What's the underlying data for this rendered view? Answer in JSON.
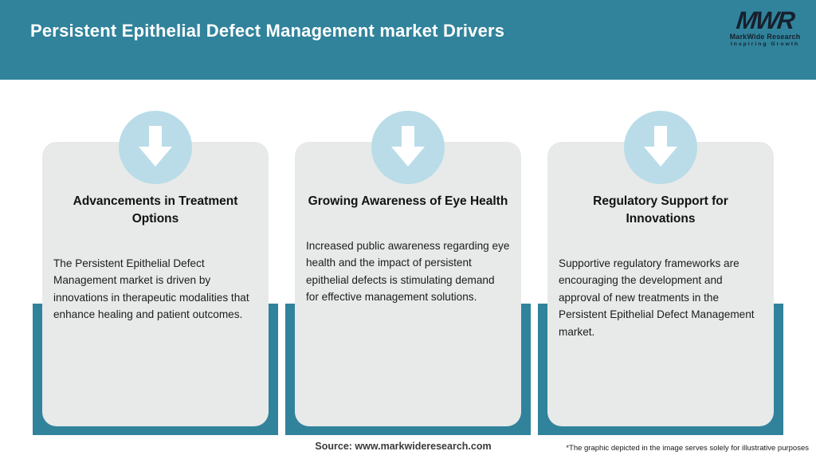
{
  "header": {
    "title": "Persistent Epithelial Defect Management market Drivers",
    "logo": {
      "acronym": "MWR",
      "name": "MarkWide Research",
      "tagline": "Inspiring Growth"
    }
  },
  "cards": [
    {
      "icon": "down-arrow-icon",
      "title": "Advancements in Treatment Options",
      "body": "The Persistent Epithelial Defect Management market is driven by innovations in therapeutic modalities that enhance healing and patient outcomes."
    },
    {
      "icon": "down-arrow-icon",
      "title": "Growing Awareness of Eye Health",
      "body": "Increased public awareness regarding eye health and the impact of persistent epithelial defects is stimulating demand for effective management solutions."
    },
    {
      "icon": "down-arrow-icon",
      "title": "Regulatory Support for Innovations",
      "body": "Supportive regulatory frameworks are encouraging the development and approval of new treatments in the Persistent Epithelial Defect Management market."
    }
  ],
  "footer": {
    "source": "Source: www.markwideresearch.com",
    "disclaimer": "*The graphic depicted in the image serves solely for illustrative purposes"
  },
  "colors": {
    "header_teal": "#31839b",
    "card_background": "#e7eae9",
    "arrow_circle_blue": "#b9dce8",
    "logo_dark": "#16202e",
    "header_text": "#ffffff"
  }
}
